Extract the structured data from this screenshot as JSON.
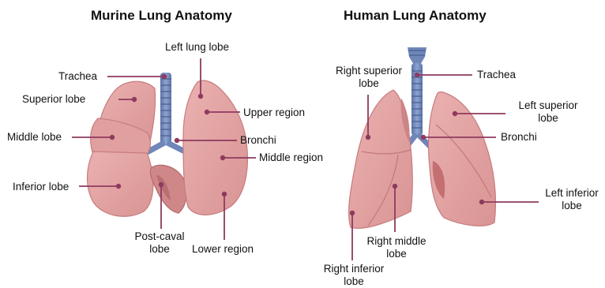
{
  "murine": {
    "title": "Murine Lung Anatomy",
    "labels": {
      "trachea": "Trachea",
      "superior_lobe": "Superior lobe",
      "middle_lobe": "Middle lobe",
      "inferior_lobe": "Inferior lobe",
      "post_caval_lobe": [
        "Post-caval",
        "lobe"
      ],
      "left_lung_lobe": "Left lung lobe",
      "upper_region": "Upper region",
      "bronchi": "Bronchi",
      "middle_region": "Middle region",
      "lower_region": "Lower region"
    }
  },
  "human": {
    "title": "Human Lung Anatomy",
    "labels": {
      "right_superior_lobe": [
        "Right superior",
        "lobe"
      ],
      "trachea": "Trachea",
      "left_superior_lobe": [
        "Left superior",
        "lobe"
      ],
      "bronchi": "Bronchi",
      "left_inferior_lobe": [
        "Left inferior",
        "lobe"
      ],
      "right_middle_lobe": [
        "Right middle",
        "lobe"
      ],
      "right_inferior_lobe": [
        "Right inferior",
        "lobe"
      ]
    }
  },
  "colors": {
    "leader_line": "#8e3a5e",
    "lung_fill": "#e3a3a3",
    "lung_edge": "#c67c7e",
    "airway": "#6f86b8"
  }
}
